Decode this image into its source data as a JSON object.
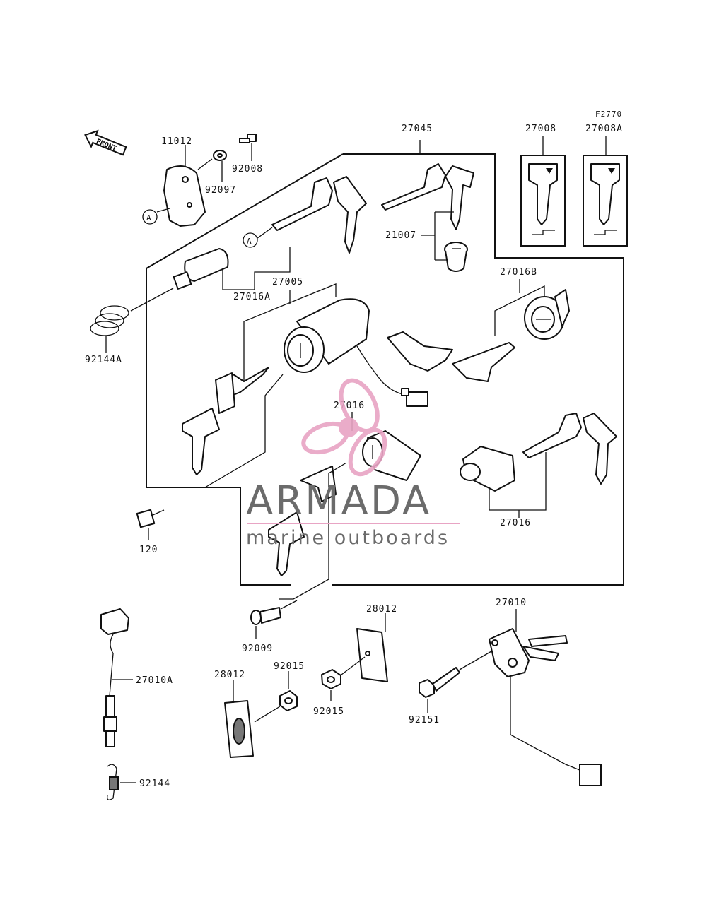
{
  "diagram": {
    "figure_code": "F2770",
    "front_label": "FRONT",
    "circle_marker": "A",
    "part_labels": {
      "p11012": "11012",
      "p92008": "92008",
      "p92097": "92097",
      "p27045": "27045",
      "p27008": "27008",
      "p27008A": "27008A",
      "p21007": "21007",
      "p27016A": "27016A",
      "p27005": "27005",
      "p27016B": "27016B",
      "p92144A": "92144A",
      "p27016_center": "27016",
      "p27016_right": "27016",
      "p120": "120",
      "p92009": "92009",
      "p28012_top": "28012",
      "p27010": "27010",
      "p27010A": "27010A",
      "p28012_bottom": "28012",
      "p92015_top": "92015",
      "p92015_bottom": "92015",
      "p92151": "92151",
      "p92144": "92144"
    }
  },
  "watermark": {
    "brand": "ARMADA",
    "tagline": "marine outboards",
    "colors": {
      "logo": "#e8a4c4",
      "text": "#6b6b6b"
    }
  }
}
